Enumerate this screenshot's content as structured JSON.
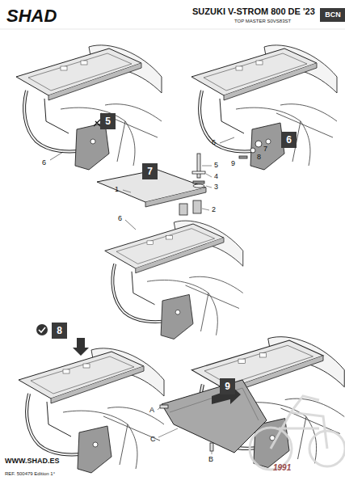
{
  "diagram": {
    "title": "SUZUKI V-STROM 800 DE '23",
    "nodes": [
      {
        "text": [
          "BCN"
        ]
      },
      {
        "text": [
          "5"
        ]
      },
      {
        "text": [
          "6"
        ]
      },
      {
        "text": [
          "7"
        ]
      },
      {
        "text": [
          "8"
        ]
      },
      {
        "text": [
          "9"
        ]
      }
    ],
    "edges": [],
    "labels": [
      "SHAD",
      "TOP MASTER S0VS83ST",
      "6",
      "6",
      "7",
      "8",
      "9",
      "5",
      "4",
      "3",
      "1",
      "2",
      "6",
      "A",
      "C",
      "B",
      "WWW.SHAD.ES",
      "REF. 500479 Edition 1°",
      "1991"
    ]
  }
}
